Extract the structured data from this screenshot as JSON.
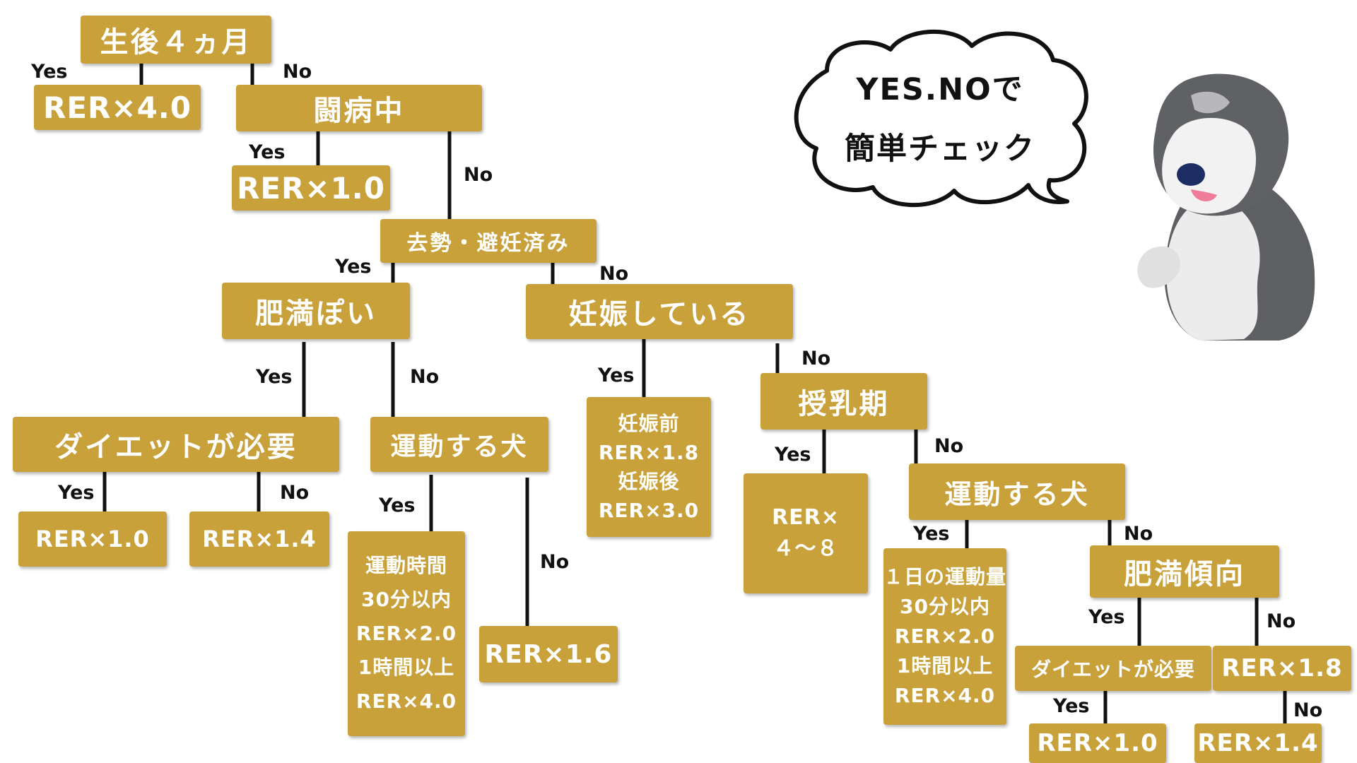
{
  "bubble": {
    "line1": "YES.NOで",
    "line2": "簡単チェック"
  },
  "colors": {
    "box": "#c9a13b",
    "box_text": "#ffffff",
    "line": "#111111"
  },
  "nodes": {
    "age": "生後４ヵ月",
    "age_yes": "RER×4.0",
    "illness": "闘病中",
    "illness_yes": "RER×1.0",
    "neutered": "去勢・避妊済み",
    "obese": "肥満ぽい",
    "pregnant": "妊娠している",
    "diet": "ダイエットが必要",
    "diet_yes": "RER×1.0",
    "diet_no": "RER×1.4",
    "exercise": "運動する犬",
    "exercise_yes": "運動時間\n30分以内\nRER×2.0\n1時間以上\nRER×4.0",
    "exercise_no": "RER×1.6",
    "pregnant_yes": "妊娠前\nRER×1.8\n妊娠後\nRER×3.0",
    "lactating": "授乳期",
    "lactating_yes": "RER×\n４～８",
    "exercise2": "運動する犬",
    "exercise2_yes": "１日の運動量\n30分以内\nRER×2.0\n1時間以上\nRER×4.0",
    "obesity_tendency": "肥満傾向",
    "diet2": "ダイエットが必要",
    "obesity_no": "RER×1.8",
    "diet2_yes": "RER×1.0",
    "obesity_no_no": "RER×1.4"
  },
  "labels": {
    "yes": "Yes",
    "no": "No"
  }
}
